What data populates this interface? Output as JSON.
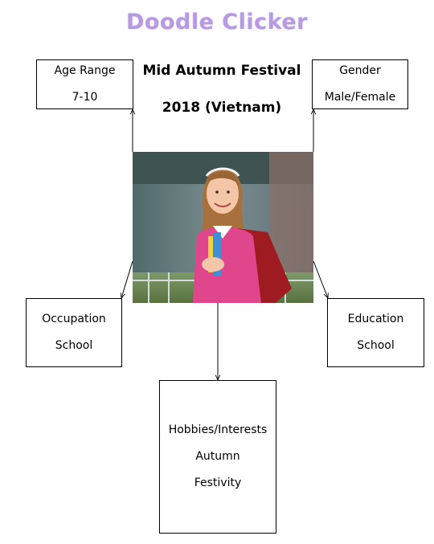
{
  "title": "Doodle Clicker",
  "event": {
    "line1": "Mid Autumn Festival",
    "line2": "2018 (Vietnam)"
  },
  "boxes": {
    "age": {
      "label": "Age Range",
      "value": "7-10"
    },
    "gender": {
      "label": "Gender",
      "value": "Male/Female"
    },
    "occupation": {
      "label": "Occupation",
      "value": "School"
    },
    "education": {
      "label": "Education",
      "value": "School"
    },
    "hobbies": {
      "label": "Hobbies/Interests",
      "value1": "Autumn",
      "value2": "Festivity"
    }
  },
  "colors": {
    "title": "#b69be0",
    "border": "#000000"
  },
  "photo": {
    "subject": "smiling girl with pink sweater holding books",
    "icon": "person-photo"
  }
}
